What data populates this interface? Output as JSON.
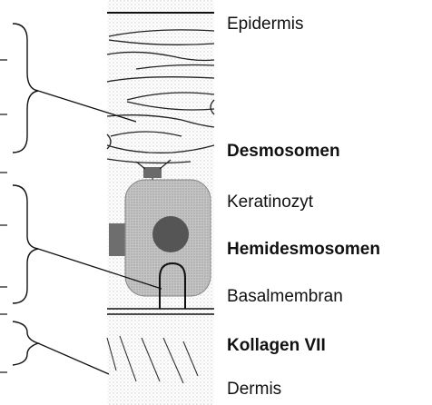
{
  "labels": {
    "epidermis": "Epidermis",
    "desmosomen": "Desmosomen",
    "keratinozyt": "Keratinozyt",
    "hemidesmosomen": "Hemidesmosomen",
    "basalmembran": "Basalmembran",
    "kollagen": "Kollagen VII",
    "dermis": "Dermis"
  },
  "colors": {
    "ink": "#111111",
    "stipple": "#dcdcdc",
    "cell": "#b8b8b8",
    "nucleus": "#555555",
    "desmosome": "#6a6a6a"
  }
}
